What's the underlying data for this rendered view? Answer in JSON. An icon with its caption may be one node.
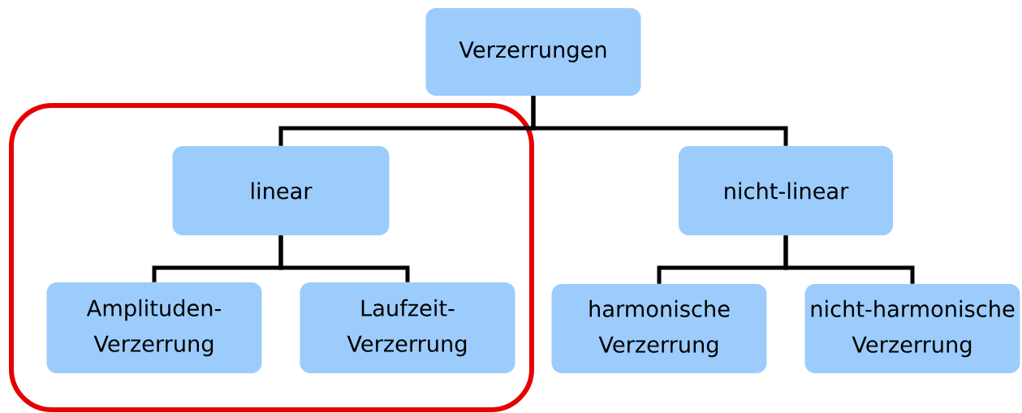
{
  "diagram": {
    "nodes": [
      {
        "text": [
          "Verzerrungen"
        ]
      },
      {
        "text": [
          "linear"
        ]
      },
      {
        "text": [
          "nicht-linear"
        ]
      },
      {
        "text": [
          "Amplituden- Verzerrung"
        ]
      },
      {
        "text": [
          "Laufzeit- Verzerrung"
        ]
      },
      {
        "text": [
          "harmonische Verzerrung"
        ]
      },
      {
        "text": [
          "nicht-harmonische Verzerrung"
        ]
      }
    ],
    "edges": [
      {
        "from": 0,
        "to": 1,
        "arrow": "none"
      },
      {
        "from": 0,
        "to": 2,
        "arrow": "none"
      },
      {
        "from": 1,
        "to": 3,
        "arrow": "none"
      },
      {
        "from": 1,
        "to": 4,
        "arrow": "none"
      },
      {
        "from": 2,
        "to": 5,
        "arrow": "none"
      },
      {
        "from": 2,
        "to": 6,
        "arrow": "none"
      }
    ]
  }
}
